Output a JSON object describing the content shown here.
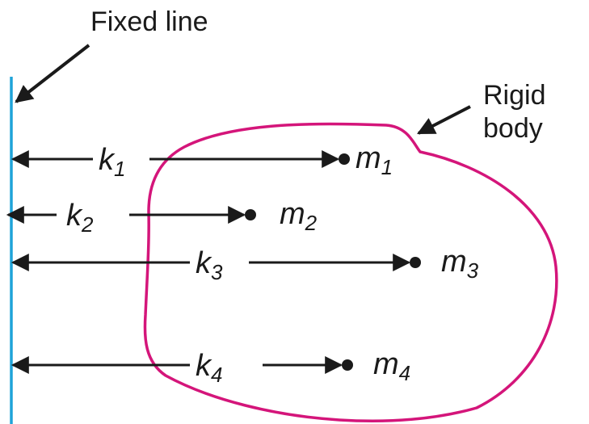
{
  "labels": {
    "fixed_line": "Fixed line",
    "rigid_body_line1": "Rigid",
    "rigid_body_line2": "body"
  },
  "masses": [
    {
      "k": "k",
      "k_sub": "1",
      "m": "m",
      "m_sub": "1"
    },
    {
      "k": "k",
      "k_sub": "2",
      "m": "m",
      "m_sub": "2"
    },
    {
      "k": "k",
      "k_sub": "3",
      "m": "m",
      "m_sub": "3"
    },
    {
      "k": "k",
      "k_sub": "4",
      "m": "m",
      "m_sub": "4"
    }
  ],
  "colors": {
    "fixed_line": "#1fa3d9",
    "rigid_body": "#d4157a",
    "ink": "#1a1a1a"
  }
}
